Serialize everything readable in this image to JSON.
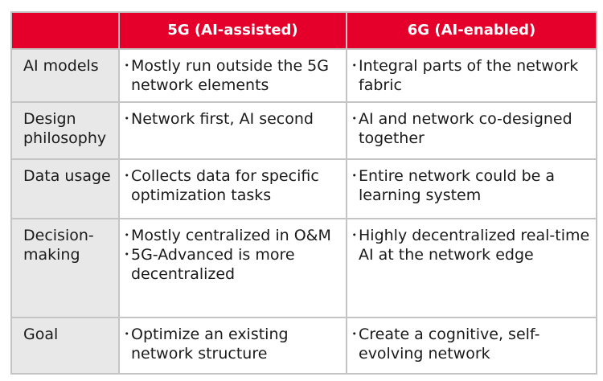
{
  "header": {
    "col0": "",
    "col1": "5G (AI-assisted)",
    "col2": "6G (AI-enabled)"
  },
  "rows": [
    {
      "label": "AI models",
      "g5": [
        "Mostly run outside the 5G network elements"
      ],
      "g6": [
        "Integral parts of the network fabric"
      ]
    },
    {
      "label": "Design philosophy",
      "g5": [
        "Network first, AI second"
      ],
      "g6": [
        "AI and network co-designed together"
      ]
    },
    {
      "label": "Data usage",
      "g5": [
        "Collects data for specific optimization tasks"
      ],
      "g6": [
        "Entire network could be a learning system"
      ]
    },
    {
      "label": "Decision-making",
      "g5": [
        "Mostly centralized in O&M",
        "5G-Advanced is more decentralized"
      ],
      "g6": [
        "Highly decentralized real-time AI at the network edge"
      ]
    },
    {
      "label": "Goal",
      "g5": [
        "Optimize an existing network structure"
      ],
      "g6": [
        "Create a cognitive, self-evolving network"
      ]
    }
  ],
  "bullet": "･",
  "colors": {
    "header": "#e4002b",
    "label_bg": "#e8e8e8"
  }
}
